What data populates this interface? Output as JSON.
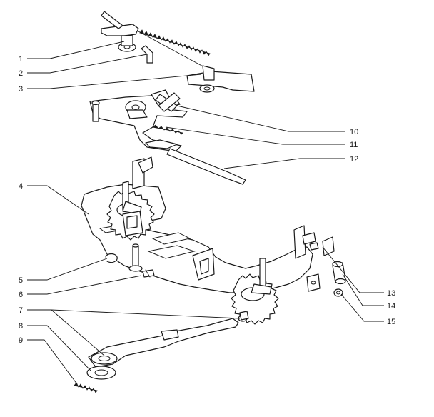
{
  "colors": {
    "ink": "#1a1a1a",
    "paper": "#ffffff"
  },
  "callouts": [
    {
      "id": "1",
      "label": "1"
    },
    {
      "id": "2",
      "label": "2"
    },
    {
      "id": "3",
      "label": "3"
    },
    {
      "id": "4",
      "label": "4"
    },
    {
      "id": "5",
      "label": "5"
    },
    {
      "id": "6",
      "label": "6"
    },
    {
      "id": "7",
      "label": "7"
    },
    {
      "id": "8",
      "label": "8"
    },
    {
      "id": "9",
      "label": "9"
    },
    {
      "id": "10",
      "label": "10"
    },
    {
      "id": "11",
      "label": "11"
    },
    {
      "id": "12",
      "label": "12"
    },
    {
      "id": "13",
      "label": "13"
    },
    {
      "id": "14",
      "label": "14"
    },
    {
      "id": "15",
      "label": "15"
    }
  ]
}
